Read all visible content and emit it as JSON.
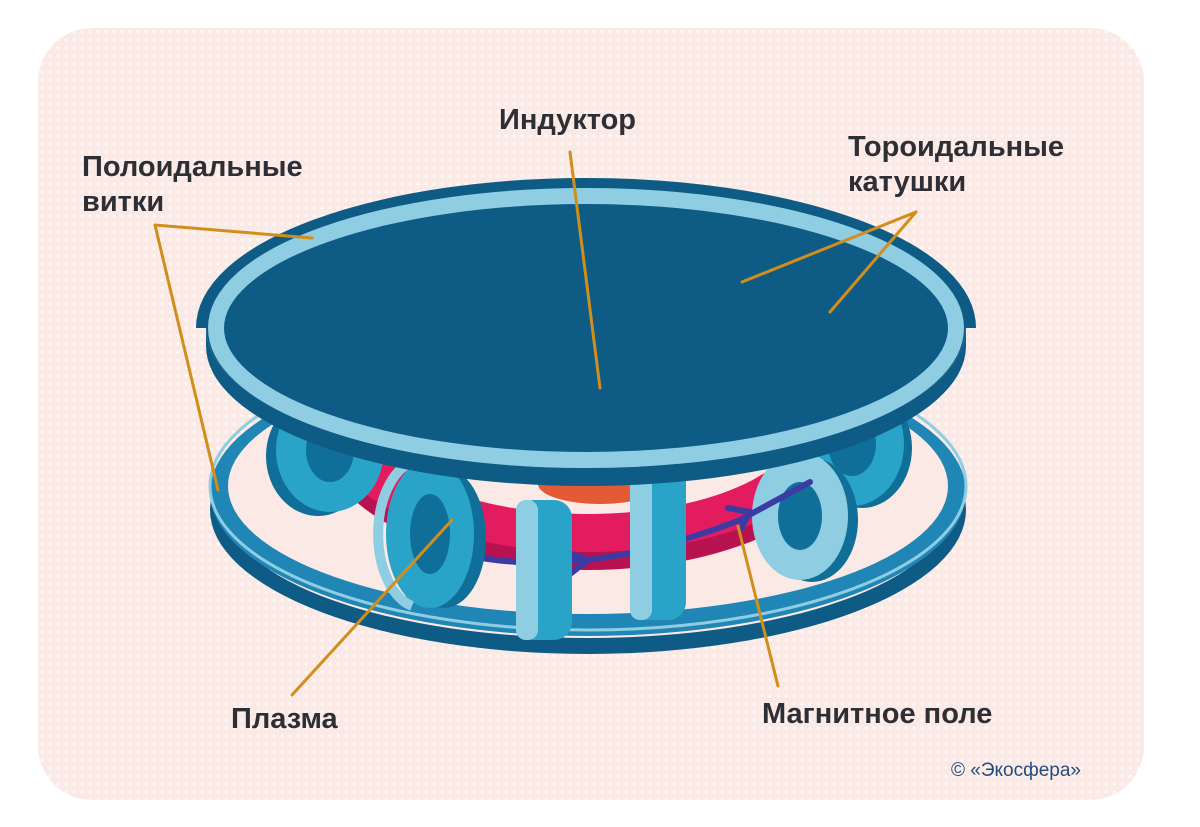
{
  "labels": {
    "poloidal_line1": "Полоидальные",
    "poloidal_line2": "витки",
    "inductor": "Индуктор",
    "toroidal_line1": "Тороидальные",
    "toroidal_line2": "катушки",
    "plasma": "Плазма",
    "magnetic_field": "Магнитное поле"
  },
  "credit": "© «Экосфера»",
  "colors": {
    "background": "#fbe9e6",
    "ring_top": "#8fcde3",
    "ring_side": "#1f86b6",
    "ring_dark": "#0e5c86",
    "coil_light": "#8fcde3",
    "coil_mid": "#2aa3c9",
    "coil_dark": "#0f6f98",
    "plasma": "#e31c5f",
    "plasma_dark": "#b81250",
    "inductor_top": "#f5a14e",
    "inductor_side": "#e55a36",
    "field_arrow": "#3c3ba3",
    "callout_line": "#d28e1a",
    "text": "#2e2e35"
  }
}
